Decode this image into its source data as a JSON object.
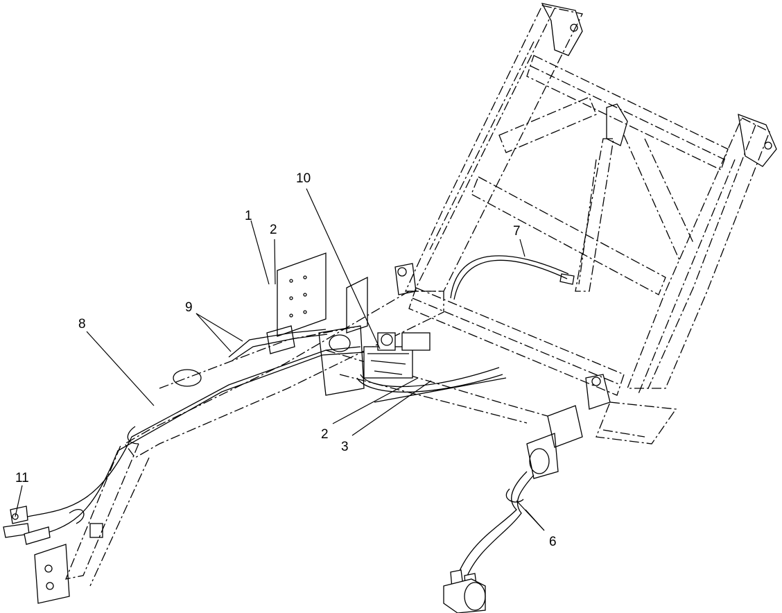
{
  "callouts": {
    "c1": "1",
    "c2a": "2",
    "c2b": "2",
    "c3": "3",
    "c6": "6",
    "c7": "7",
    "c8": "8",
    "c9": "9",
    "c10": "10",
    "c11": "11"
  }
}
